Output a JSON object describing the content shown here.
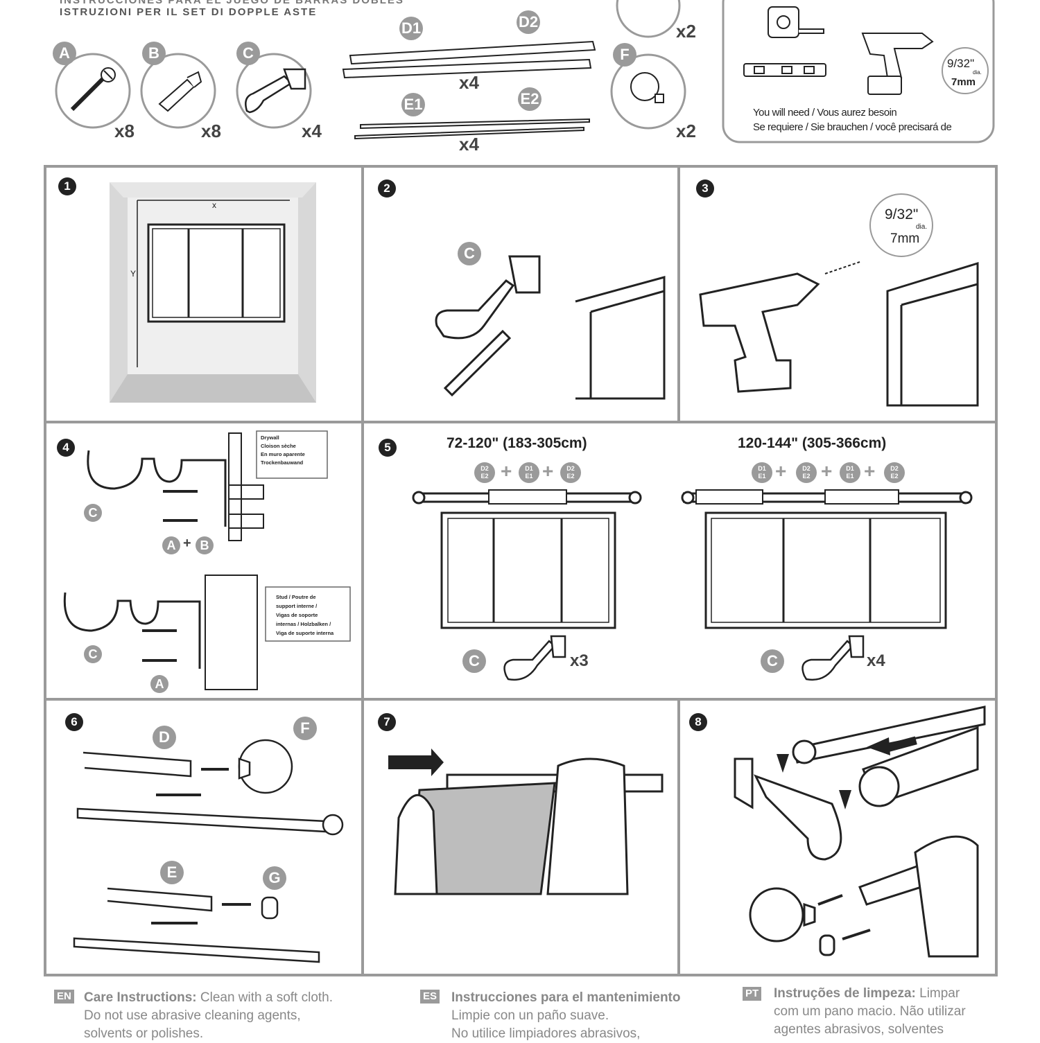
{
  "header": {
    "title_cut": "INSTRUCCIONES PARA EL JUEGO DE BARRAS DOBLES",
    "title_it": "ISTRUZIONI PER IL SET DI DOPPLE ASTE"
  },
  "parts": [
    {
      "letter": "A",
      "qty": "x8",
      "icon": "screw-icon"
    },
    {
      "letter": "B",
      "qty": "x8",
      "icon": "wall-anchor-icon"
    },
    {
      "letter": "C",
      "qty": "x4",
      "icon": "bracket-icon"
    },
    {
      "letter": "F",
      "qty": "x2",
      "icon": "ball-finial-icon"
    }
  ],
  "rods": {
    "d1": "D1",
    "d2": "D2",
    "d_qty": "x4",
    "e1": "E1",
    "e2": "E2",
    "e_qty": "x4"
  },
  "top_finial_qty": "x2",
  "tools": {
    "drill_bit": "9/32\"",
    "dia": "dia.",
    "mm": "7mm",
    "need_line1": "You will need / Vous aurez besoin",
    "need_line2": "Se requiere / Sie brauchen / você precisará de"
  },
  "steps": {
    "s1": {
      "num": "1",
      "x": "x",
      "y": "Y"
    },
    "s2": {
      "num": "2",
      "part": "C"
    },
    "s3": {
      "num": "3",
      "bit": "9/32\"",
      "dia": "dia.",
      "mm": "7mm"
    },
    "s4": {
      "num": "4",
      "part": "C",
      "ab": "A",
      "plus": "+",
      "b": "B",
      "a": "A",
      "drywall": [
        "Drywall",
        "Cloison sèche",
        "En muro aparente",
        "Trockenbauwand"
      ],
      "stud": [
        "Stud / Poutre de",
        "support interne /",
        "Vigas de soporte",
        "internas / Holzbalken /",
        "Viga de suporte interna"
      ]
    },
    "s5": {
      "num": "5",
      "range1": "72-120\" (183-305cm)",
      "range2": "120-144\" (305-366cm)",
      "combo1": [
        "D2\nE2",
        "D1\nE1",
        "D2\nE2"
      ],
      "combo2": [
        "D1\nE1",
        "D2\nE2",
        "D1\nE1",
        "D2\nE2"
      ],
      "plus": "+",
      "part": "C",
      "qty1": "x3",
      "qty2": "x4"
    },
    "s6": {
      "num": "6",
      "d": "D",
      "f": "F",
      "e": "E",
      "g": "G"
    },
    "s7": {
      "num": "7"
    },
    "s8": {
      "num": "8"
    }
  },
  "care": {
    "en": {
      "tag": "EN",
      "title": "Care Instructions:",
      "l1": " Clean with a soft cloth.",
      "l2": "Do not use abrasive cleaning agents,",
      "l3": "solvents or polishes."
    },
    "es": {
      "tag": "ES",
      "title": "Instrucciones para el mantenimiento",
      "l1": "Limpie con un paño suave.",
      "l2": "No utilice limpiadores abrasivos,"
    },
    "pt": {
      "tag": "PT",
      "title": "Instruções de limpeza:",
      "l1": " Limpar",
      "l2": "com um pano macio. Não utilizar",
      "l3": "agentes abrasivos, solventes"
    }
  }
}
